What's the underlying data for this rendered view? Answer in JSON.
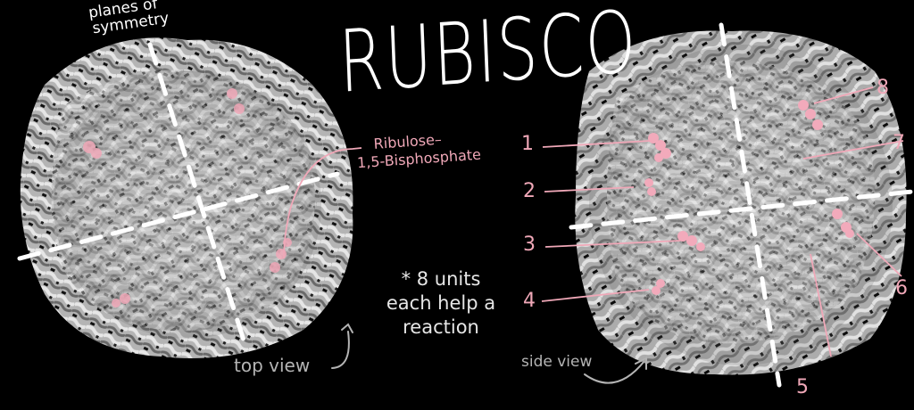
{
  "title": "RUBISCO",
  "colors": {
    "background": "#000000",
    "title": "#ffffff",
    "annotation_white": "#ffffff",
    "annotation_gray": "#b4b4b4",
    "substrate_pink": "#f0a8b8",
    "protein_light": "#d8d8d8",
    "protein_mid": "#9a9a9a",
    "protein_dark": "#4a4a4a"
  },
  "top_view": {
    "symmetry_label_line1": "planes of",
    "symmetry_label_line2": "symmetry",
    "view_label": "top view",
    "substrate_label_line1": "Ribulose–",
    "substrate_label_line2": "1,5-Bisphosphate"
  },
  "note": {
    "line1": "* 8 units",
    "line2": "each help a",
    "line3": "reaction"
  },
  "side_view": {
    "view_label": "side view",
    "site_labels": [
      "1",
      "2",
      "3",
      "4",
      "5",
      "6",
      "7",
      "8"
    ]
  }
}
